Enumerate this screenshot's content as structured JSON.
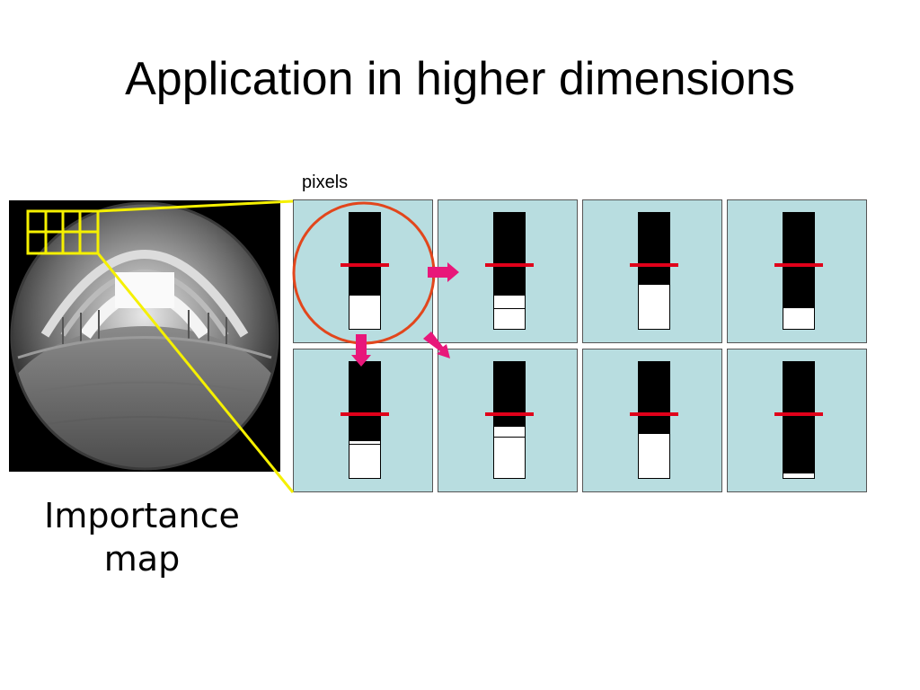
{
  "slide": {
    "title": "Application in higher dimensions",
    "caption_line1": "Importance",
    "caption_line2": "map",
    "pixels_label": "pixels"
  },
  "colors": {
    "panel_bg": "#b8dde0",
    "threshold": "#e0001a",
    "arrow": "#e8177a",
    "highlight_circle": "#e2461c",
    "zoom_lines": "#f5f000"
  },
  "panels": [
    {
      "fill": 0.29,
      "line": null
    },
    {
      "fill": 0.29,
      "line": 0.17
    },
    {
      "fill": 0.38,
      "line": null
    },
    {
      "fill": 0.18,
      "line": null
    },
    {
      "fill": 0.32,
      "line": 0.29
    },
    {
      "fill": 0.44,
      "line": 0.35
    },
    {
      "fill": 0.38,
      "line": null
    },
    {
      "fill": 0.04,
      "line": null
    }
  ],
  "threshold_level": 0.55
}
